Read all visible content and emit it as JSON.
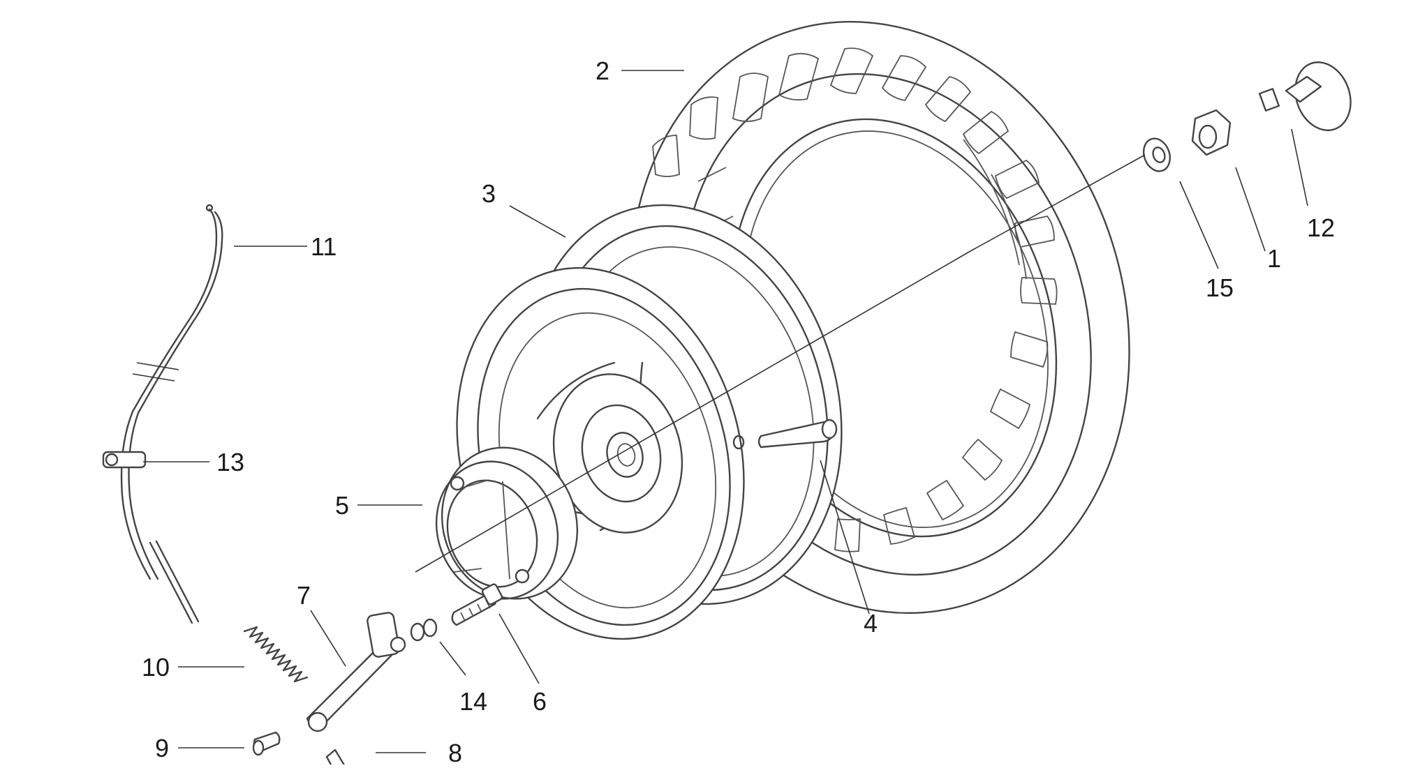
{
  "diagram": {
    "callouts": [
      {
        "id": "1",
        "label": "1"
      },
      {
        "id": "2",
        "label": "2"
      },
      {
        "id": "3",
        "label": "3"
      },
      {
        "id": "4",
        "label": "4"
      },
      {
        "id": "5",
        "label": "5"
      },
      {
        "id": "6",
        "label": "6"
      },
      {
        "id": "7",
        "label": "7"
      },
      {
        "id": "8",
        "label": "8"
      },
      {
        "id": "9",
        "label": "9"
      },
      {
        "id": "10",
        "label": "10"
      },
      {
        "id": "11",
        "label": "11"
      },
      {
        "id": "12",
        "label": "12"
      },
      {
        "id": "13",
        "label": "13"
      },
      {
        "id": "14",
        "label": "14"
      },
      {
        "id": "15",
        "label": "15"
      }
    ],
    "parts": {
      "tyre": "tyre",
      "rim": "wheel-rim",
      "valve": "tyre-valve",
      "brake_shoes": "brake-shoes",
      "brake_cam": "brake-cam",
      "brake_lever": "brake-lever",
      "cable": "brake-cable",
      "spring": "spring",
      "nut": "wheel-nut",
      "washer": "washer",
      "hub_cap": "hub-cap"
    }
  }
}
